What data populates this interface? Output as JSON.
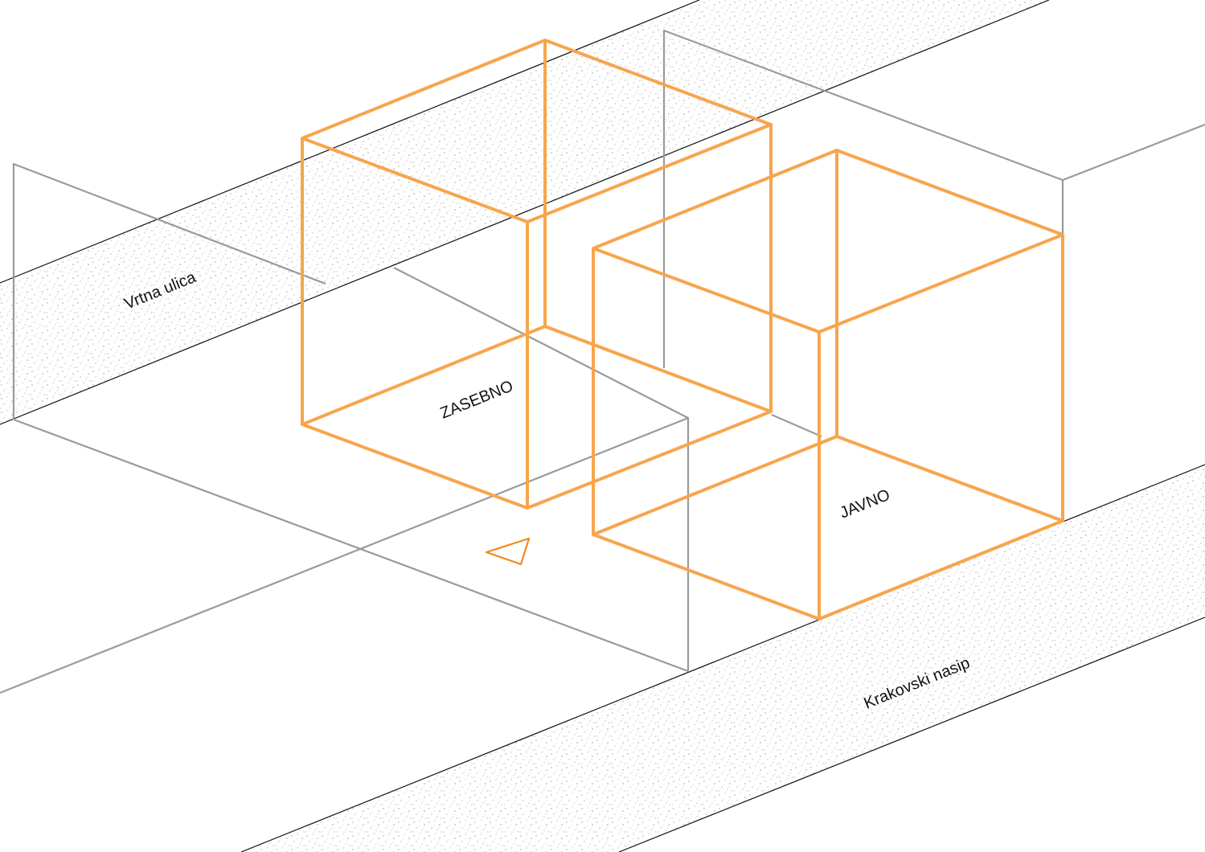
{
  "streets": {
    "top_name": "Vrtna ulica",
    "bottom_name": "Krakovski nasip"
  },
  "volumes": {
    "private_label": "ZASEBNO",
    "public_label": "JAVNO"
  },
  "colors": {
    "volume_stroke": "#f7a54d",
    "entrance_marker": "#f08a1c",
    "building_outline": "#9a9a9a",
    "street_stipple": "#a9a9a9"
  },
  "icons": {
    "entrance": "triangle-entrance-icon"
  }
}
